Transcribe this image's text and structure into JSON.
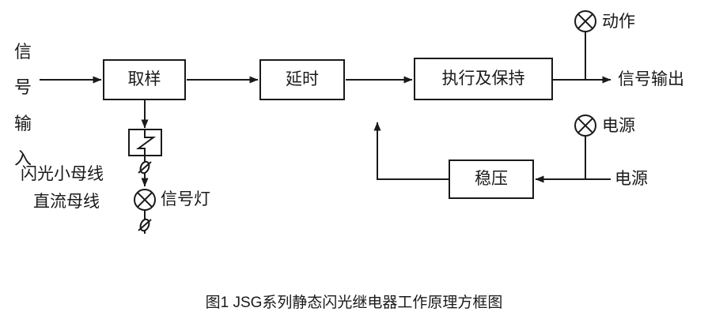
{
  "figure": {
    "caption": "图1  JSG系列静态闪光继电器工作原理方框图",
    "line_color": "#1a1a1a",
    "text_color": "#1a1a1a",
    "background": "#ffffff"
  },
  "input": {
    "vertical_label_chars": [
      "信",
      "号",
      "输",
      "入"
    ],
    "full_text": "信号输入"
  },
  "blocks": [
    {
      "id": "sampling",
      "label": "取样"
    },
    {
      "id": "delay",
      "label": "延时"
    },
    {
      "id": "execute_hold",
      "label": "执行及保持"
    },
    {
      "id": "regulator",
      "label": "稳压"
    }
  ],
  "bus_labels": {
    "flash_bus": "闪光小母线",
    "dc_bus": "直流母线"
  },
  "lamps": [
    {
      "id": "signal-lamp",
      "label": "信号灯"
    },
    {
      "id": "action-lamp",
      "label": "动作"
    },
    {
      "id": "power-lamp",
      "label": "电源"
    }
  ],
  "outputs": {
    "signal_output": "信号输出",
    "power_input": "电源"
  },
  "symbols": {
    "lamp_icon": "lamp-crossed-circle-icon",
    "terminal_icon": "terminal-slash-icon",
    "contact_icon": "relay-contact-icon",
    "arrow_icon": "arrow-head-icon"
  }
}
